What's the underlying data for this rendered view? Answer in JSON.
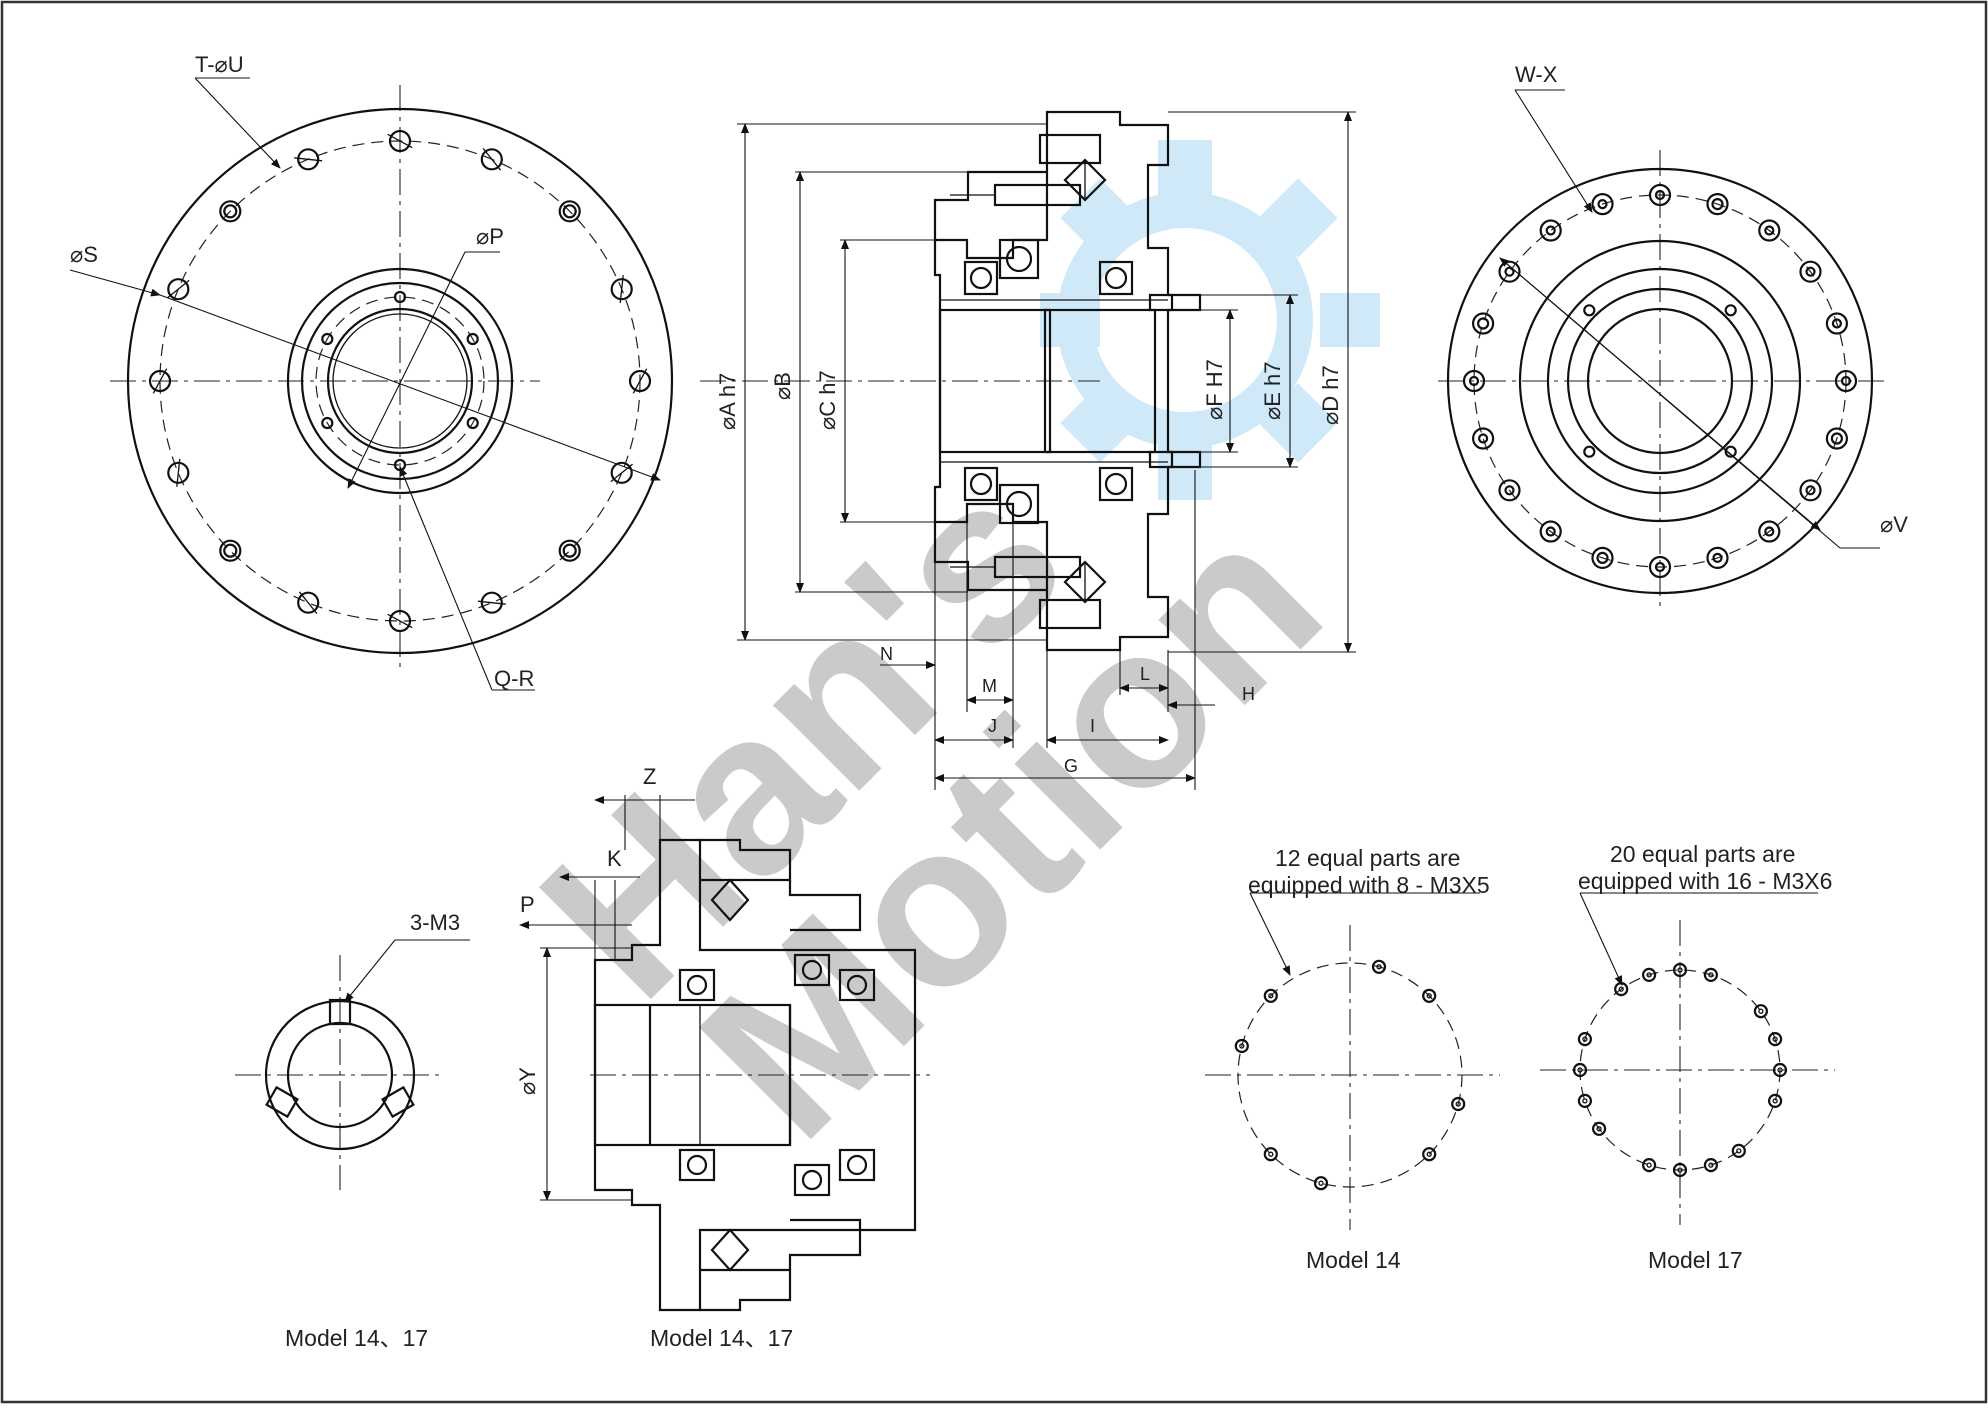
{
  "watermark": {
    "brand_line1": "Han's",
    "brand_line2": "Motion",
    "gear_color": "#cde8f8",
    "text_color": "#c8c8c8"
  },
  "labels": {
    "top_left_view": {
      "holes": "T-⌀U",
      "dia_s": "⌀S",
      "dia_p": "⌀P",
      "holes_qr": "Q-R"
    },
    "section_view": {
      "dia_a": "⌀A h7",
      "dia_b": "⌀B",
      "dia_c": "⌀C h7",
      "dia_d": "⌀D h7",
      "dia_e": "⌀E h7",
      "dia_f": "⌀F H7",
      "n": "N",
      "m": "M",
      "j": "J",
      "i": "I",
      "g": "G",
      "l": "L",
      "h": "H"
    },
    "right_view": {
      "holes": "W-X",
      "dia_v": "⌀V"
    },
    "bottom_section": {
      "z": "Z",
      "k": "K",
      "p": "P",
      "dia_y": "⌀Y",
      "caption": "Model 14、17"
    },
    "ring_view": {
      "holes": "3-M3",
      "caption": "Model 14、17"
    },
    "pattern14": {
      "note_line1": "12 equal parts are",
      "note_line2": "equipped with 8 - M3X5",
      "caption": "Model 14"
    },
    "pattern17": {
      "note_line1": "20 equal parts are",
      "note_line2": "equipped with 16 - M3X6",
      "caption": "Model 17"
    }
  }
}
